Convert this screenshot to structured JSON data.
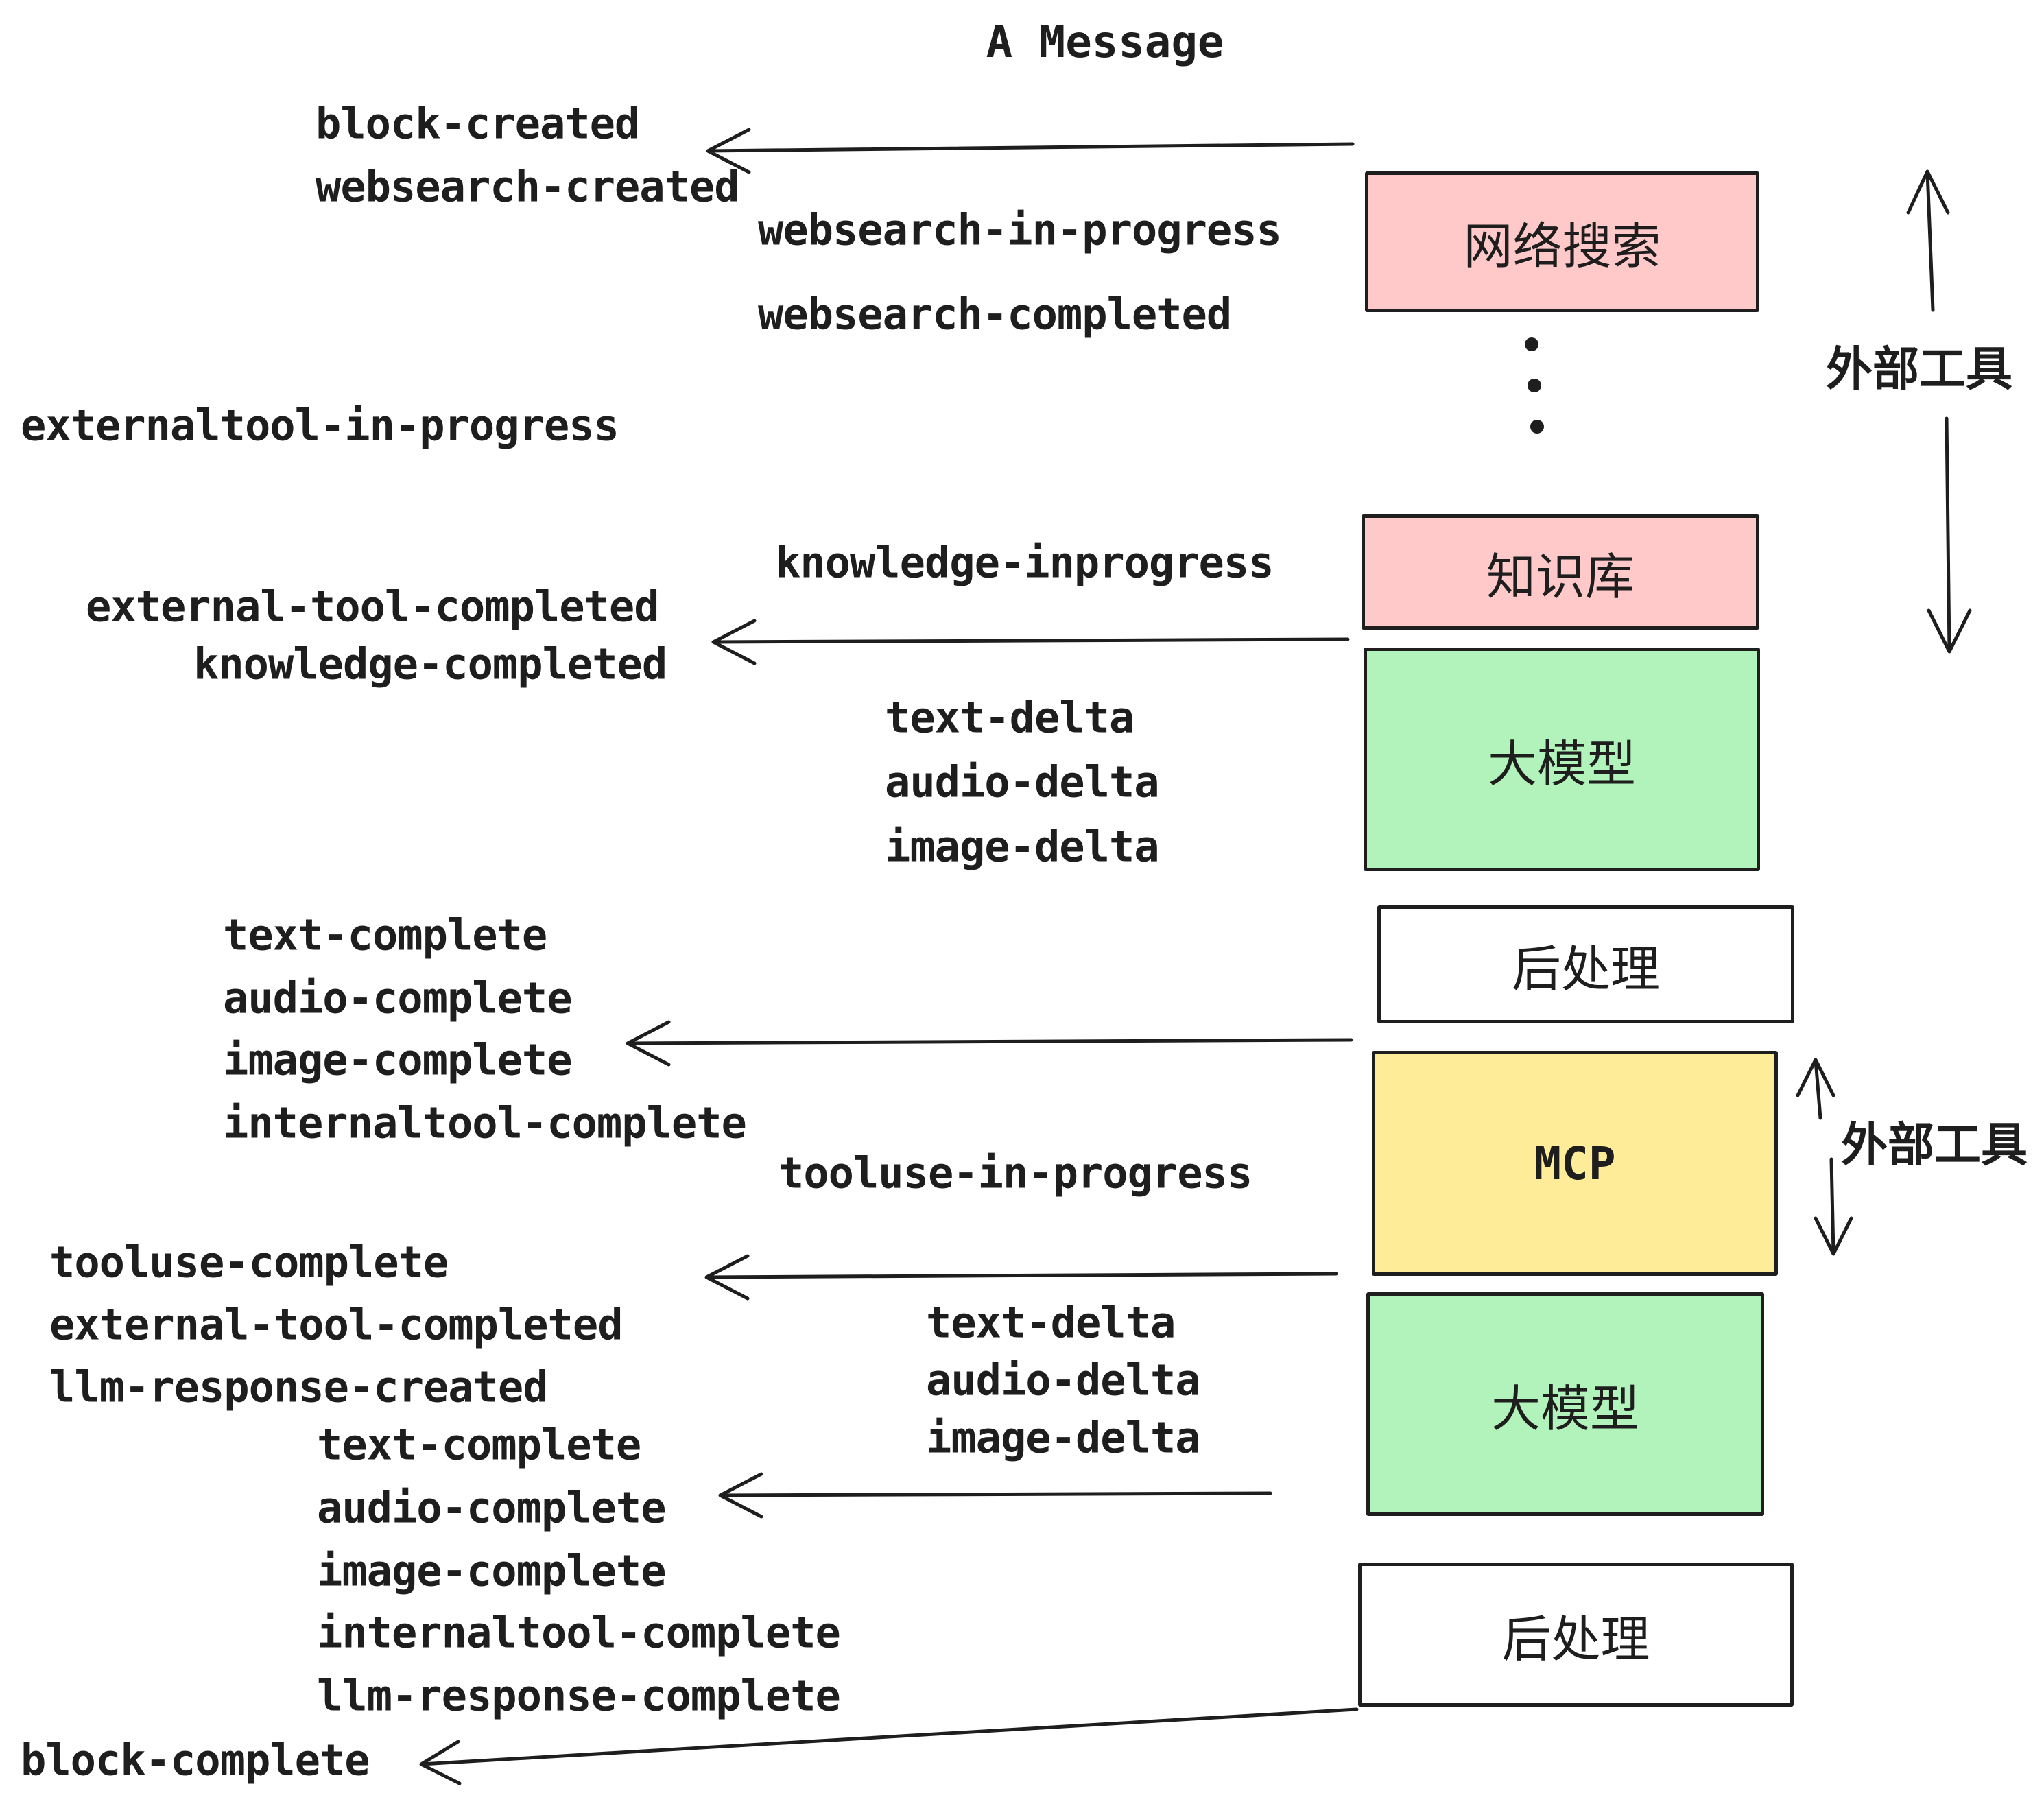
{
  "title": "A Message",
  "events": {
    "block_created": "block-created",
    "websearch_created": "websearch-created",
    "websearch_in_progress": "websearch-in-progress",
    "websearch_completed": "websearch-completed",
    "externaltool_in_progress": "externaltool-in-progress",
    "knowledge_inprogress": "knowledge-inprogress",
    "external_tool_completed": "external-tool-completed",
    "knowledge_completed": "knowledge-completed",
    "text_delta": "text-delta",
    "audio_delta": "audio-delta",
    "image_delta": "image-delta",
    "text_complete": "text-complete",
    "audio_complete": "audio-complete",
    "image_complete": "image-complete",
    "internaltool_complete": "internaltool-complete",
    "tooluse_in_progress": "tooluse-in-progress",
    "tooluse_complete": "tooluse-complete",
    "llm_response_created": "llm-response-created",
    "llm_response_complete": "llm-response-complete",
    "block_complete": "block-complete"
  },
  "boxes": {
    "websearch": {
      "label": "网络搜索",
      "fill": "#ffc9c9"
    },
    "knowledge": {
      "label": "知识库",
      "fill": "#ffc9c9"
    },
    "llm_top": {
      "label": "大模型",
      "fill": "#b2f2bb"
    },
    "post_top": {
      "label": "后处理",
      "fill": "#ffffff"
    },
    "mcp": {
      "label": "MCP",
      "fill": "#ffec99"
    },
    "llm_bottom": {
      "label": "大模型",
      "fill": "#b2f2bb"
    },
    "post_bottom": {
      "label": "后处理",
      "fill": "#ffffff"
    }
  },
  "side_labels": {
    "external_tools_top": "外部工具",
    "external_tools_bottom": "外部工具"
  },
  "colors": {
    "stroke": "#1e1e1e",
    "pink": "#ffc9c9",
    "green": "#b2f2bb",
    "yellow": "#ffec99",
    "background": "#ffffff"
  }
}
